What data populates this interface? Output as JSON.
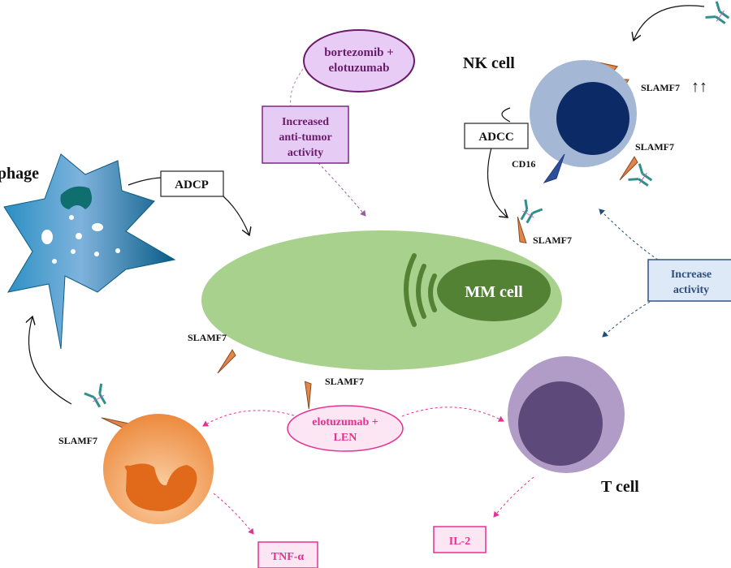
{
  "labels": {
    "macrophage": "Macrophage",
    "nk_cell": "NK cell",
    "t_cell": "T cell",
    "mm_cell": "MM cell",
    "cd16": "CD16",
    "slamf7": "SLAMF7",
    "up_arrows": "↑↑"
  },
  "boxes": {
    "adcp": "ADCP",
    "adcc": "ADCC",
    "increased_line1": "Increased",
    "increased_line2": "anti-tumor",
    "increased_line3": "activity",
    "increase_line1": "Increase",
    "increase_line2": "activity",
    "tnf": "TNF-α",
    "il2": "IL-2"
  },
  "drugs": {
    "bortezomib_line1": "bortezomib +",
    "bortezomib_line2": "elotuzumab",
    "elo_line1": "elotuzumab +",
    "elo_line2": "LEN"
  },
  "colors": {
    "mm_cell": "#a9d18e",
    "mm_nucleus": "#548235",
    "nk_cell": "#a4b8d6",
    "nk_nucleus": "#0c2a66",
    "t_cell": "#b09cc6",
    "t_nucleus": "#5e4a7a",
    "purple_accent": "#7a2a80",
    "pink_accent": "#e6318f",
    "blue_accent": "#2f5480"
  }
}
